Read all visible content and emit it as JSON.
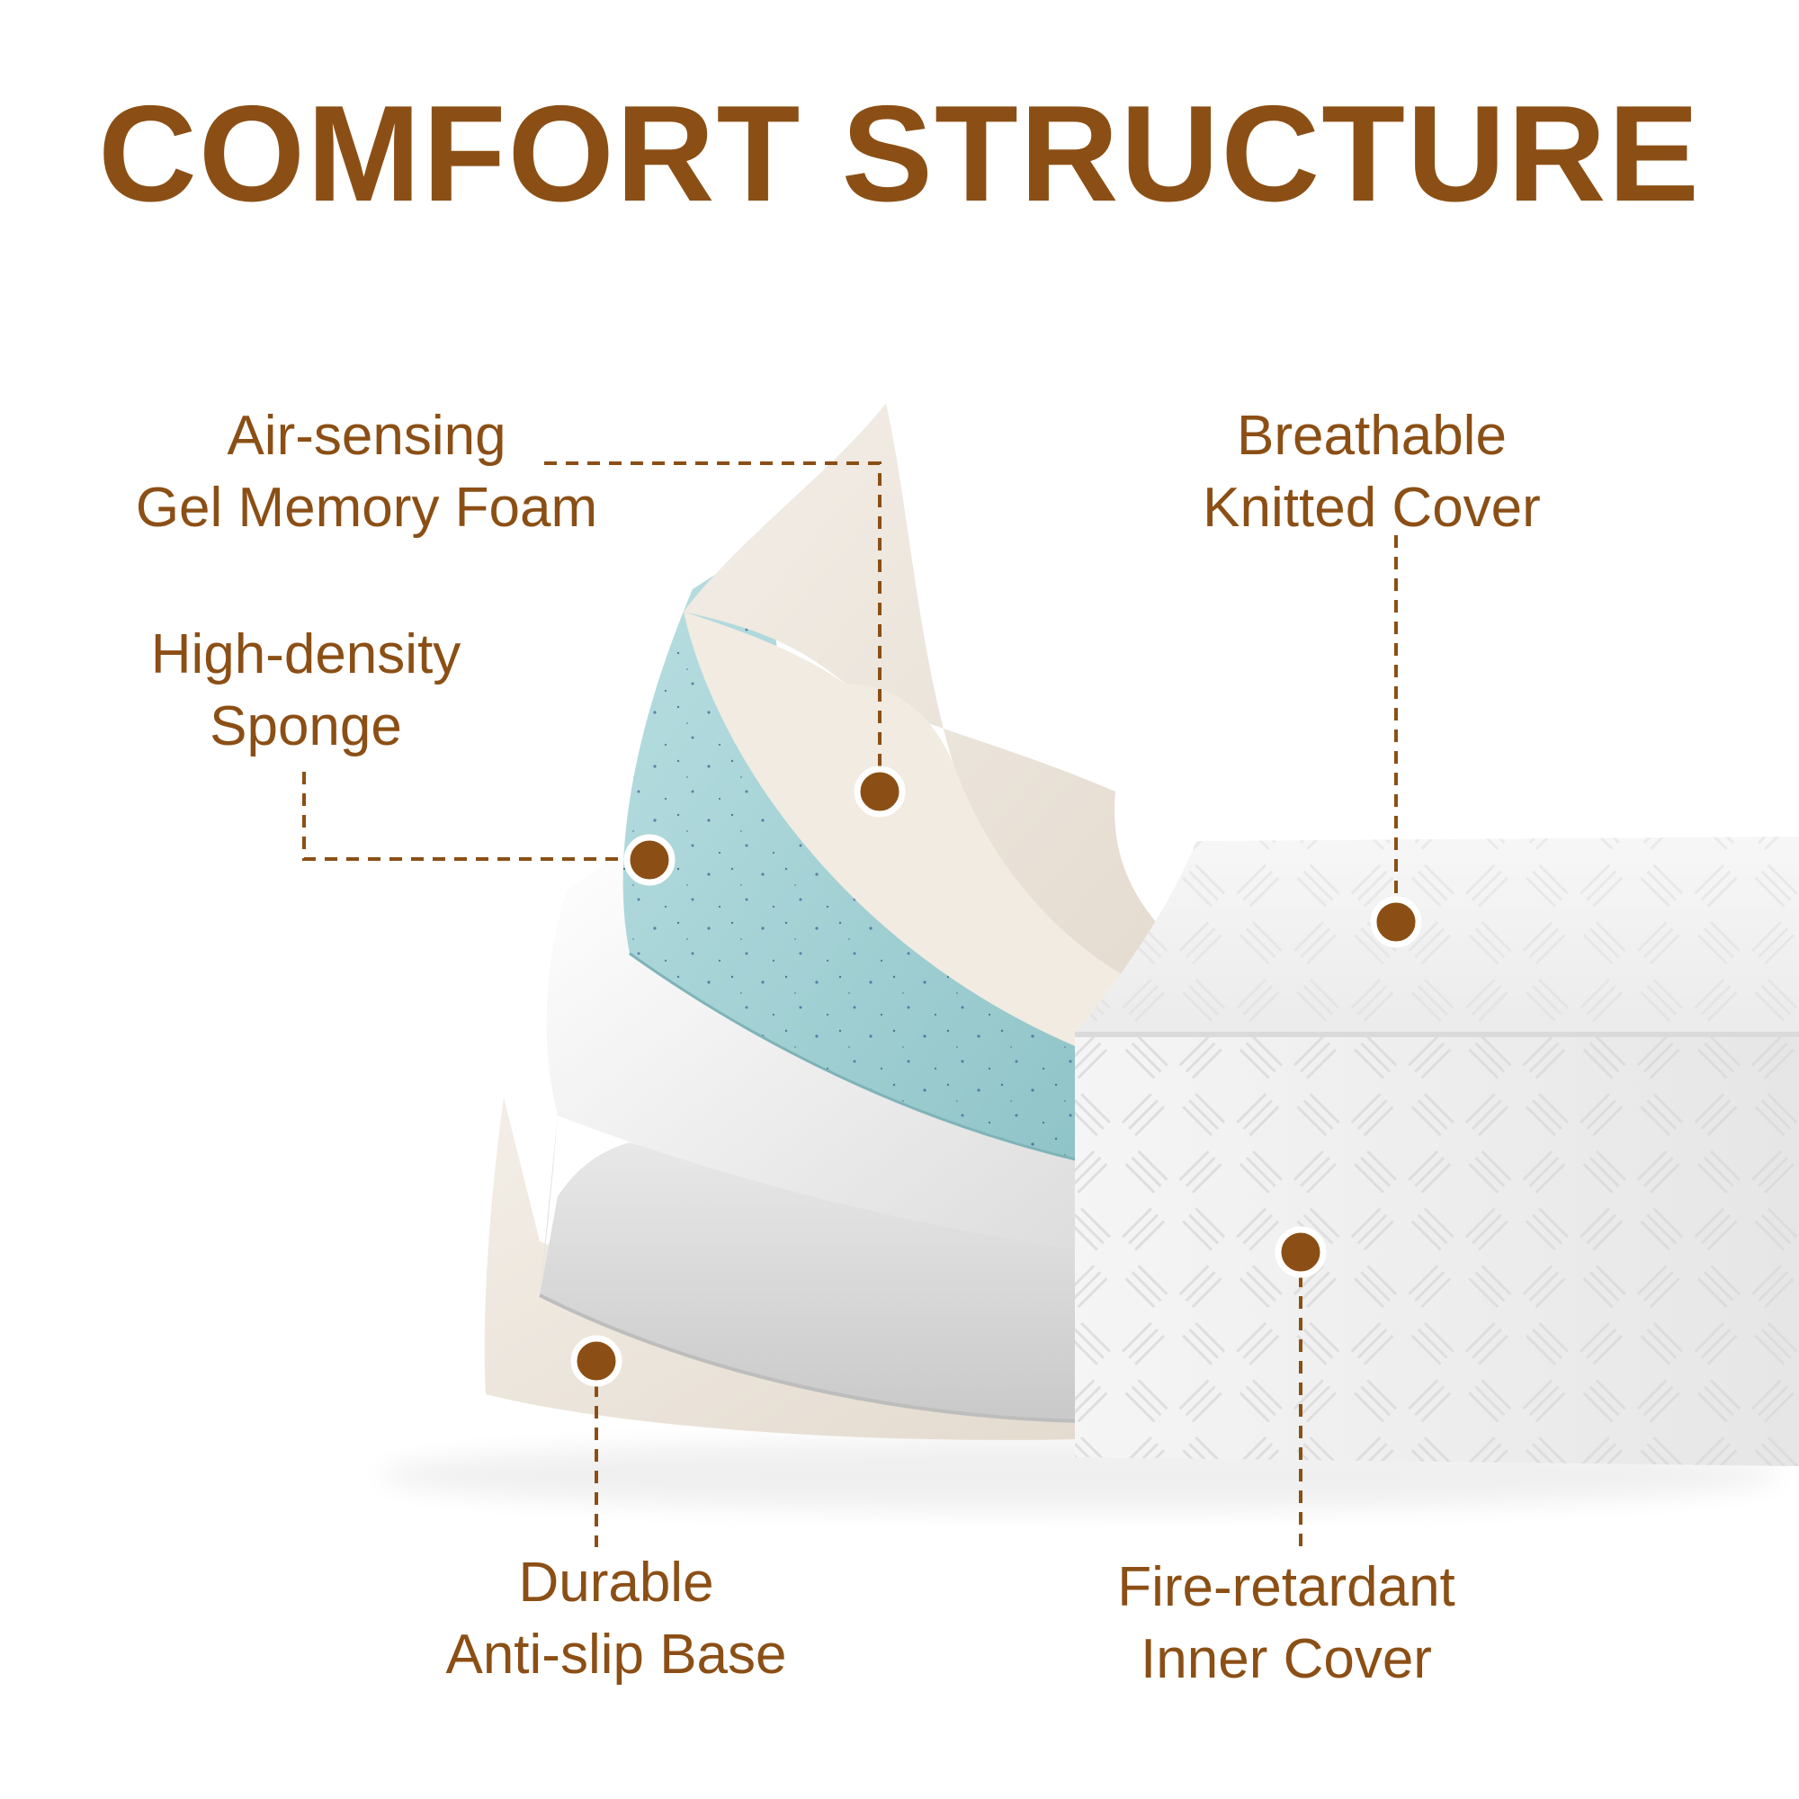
{
  "title": "COMFORT STRUCTURE",
  "colors": {
    "accent": "#8B4F15",
    "gel_foam": "#A9D3D6",
    "sponge": "#F2F2F2",
    "cover_sheet": "#EDE6DC",
    "knit_cover": "#F4F4F4"
  },
  "callouts": {
    "gel_foam": {
      "line1": "Air-sensing",
      "line2": "Gel Memory Foam"
    },
    "sponge": {
      "line1": "High-density",
      "line2": "Sponge"
    },
    "knitted_cover": {
      "line1": "Breathable",
      "line2": "Knitted Cover"
    },
    "base": {
      "line1": "Durable",
      "line2": "Anti-slip Base"
    },
    "inner_cover": {
      "line1": "Fire-retardant",
      "line2": "Inner Cover"
    }
  }
}
